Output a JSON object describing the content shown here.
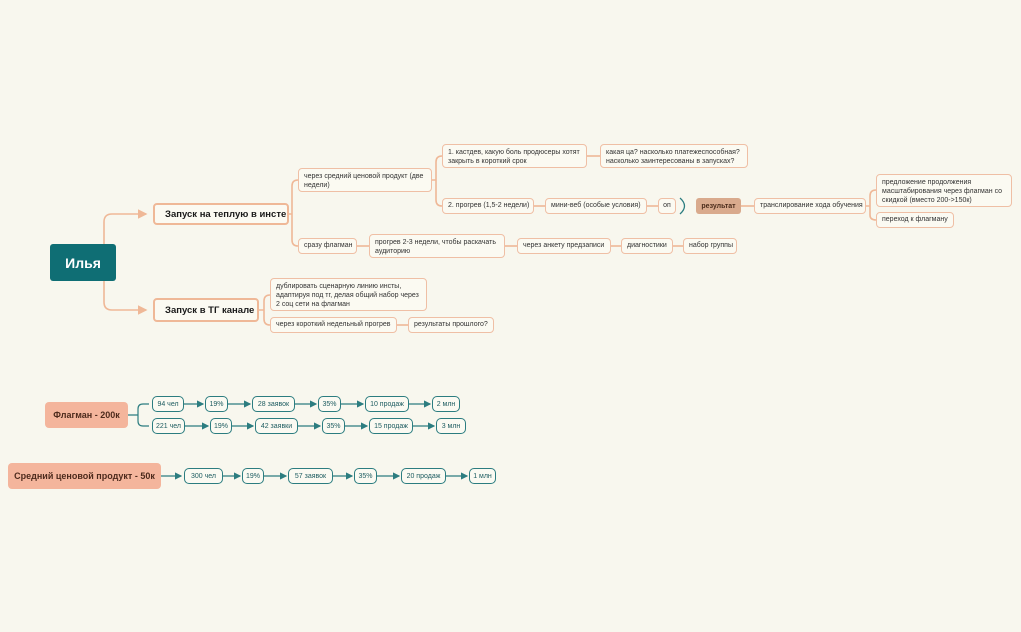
{
  "root": {
    "label": "Илья"
  },
  "branches": {
    "insta": {
      "label": "Запуск на теплую в инсте",
      "mid_product": "через средний ценовой продукт (две недели)",
      "castdev": "1. кастдев, какую боль продюсеры хотят закрыть в короткий срок",
      "questions": "какая ца? насколько платежеспособная? насколько заинтересованы в запусках?",
      "warmup": "2. прогрев (1,5-2 недели)",
      "mini_web": "мини-веб (особые условия)",
      "op": "оп",
      "result": "результат",
      "broadcast": "транслирование хода обучения",
      "offer": "предложение продолжения масштабирования  через флагман со скидкой (вместо 200->150к)",
      "transition": "переход к флагману",
      "direct": "сразу флагман",
      "warmup_2_3": "прогрев 2-3 недели, чтобы раскачать аудиторию",
      "survey": "через анкету предзаписи",
      "diagnostics": "диагностики",
      "group": "набор группы"
    },
    "tg": {
      "label": "Запуск в ТГ канале",
      "duplicate": "дублировать сценарную линию инсты, адаптируя под тг, делая общий набор через 2 соц сети на флагман",
      "short_warmup": "через короткий недельный прогрев",
      "past_results": "результаты прошлого?"
    }
  },
  "funnels": [
    {
      "label": "Флагман - 200к",
      "rows": [
        [
          "94 чел",
          "19%",
          "28 заявок",
          "35%",
          "10 продаж",
          "2 млн"
        ],
        [
          "221 чел",
          "19%",
          "42 заявки",
          "35%",
          "15 продаж",
          "3 млн"
        ]
      ]
    },
    {
      "label": "Средний ценовой продукт - 50к",
      "rows": [
        [
          "300 чел",
          "19%",
          "57 заявок",
          "35%",
          "20 продаж",
          "1 млн"
        ]
      ]
    }
  ],
  "colors": {
    "background": "#f8f7ee",
    "root": "#0f6e74",
    "branch_line": "#efb897",
    "funnel_line": "#2c7d80",
    "funnel_label": "#f4b59c",
    "result": "#d9aa8d"
  }
}
